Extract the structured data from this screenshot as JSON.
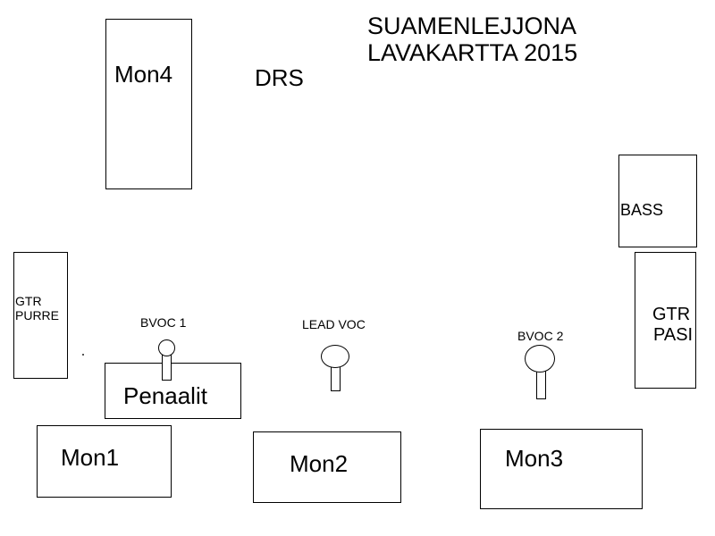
{
  "title": {
    "line1": "SUAMENLEJJONA",
    "line2": "LAVAKARTTA 2015"
  },
  "labels": {
    "drs": "DRS",
    "mon4": "Mon4",
    "bass": "BASS",
    "gtr_purre_line1": "GTR",
    "gtr_purre_line2": "PURRE",
    "gtr_pasi_line1": "GTR",
    "gtr_pasi_line2": "PASI",
    "bvoc1": "BVOC 1",
    "lead_voc": "LEAD VOC",
    "bvoc2": "BVOC 2",
    "penaalit": "Penaalit",
    "mon1": "Mon1",
    "mon2": "Mon2",
    "mon3": "Mon3"
  }
}
